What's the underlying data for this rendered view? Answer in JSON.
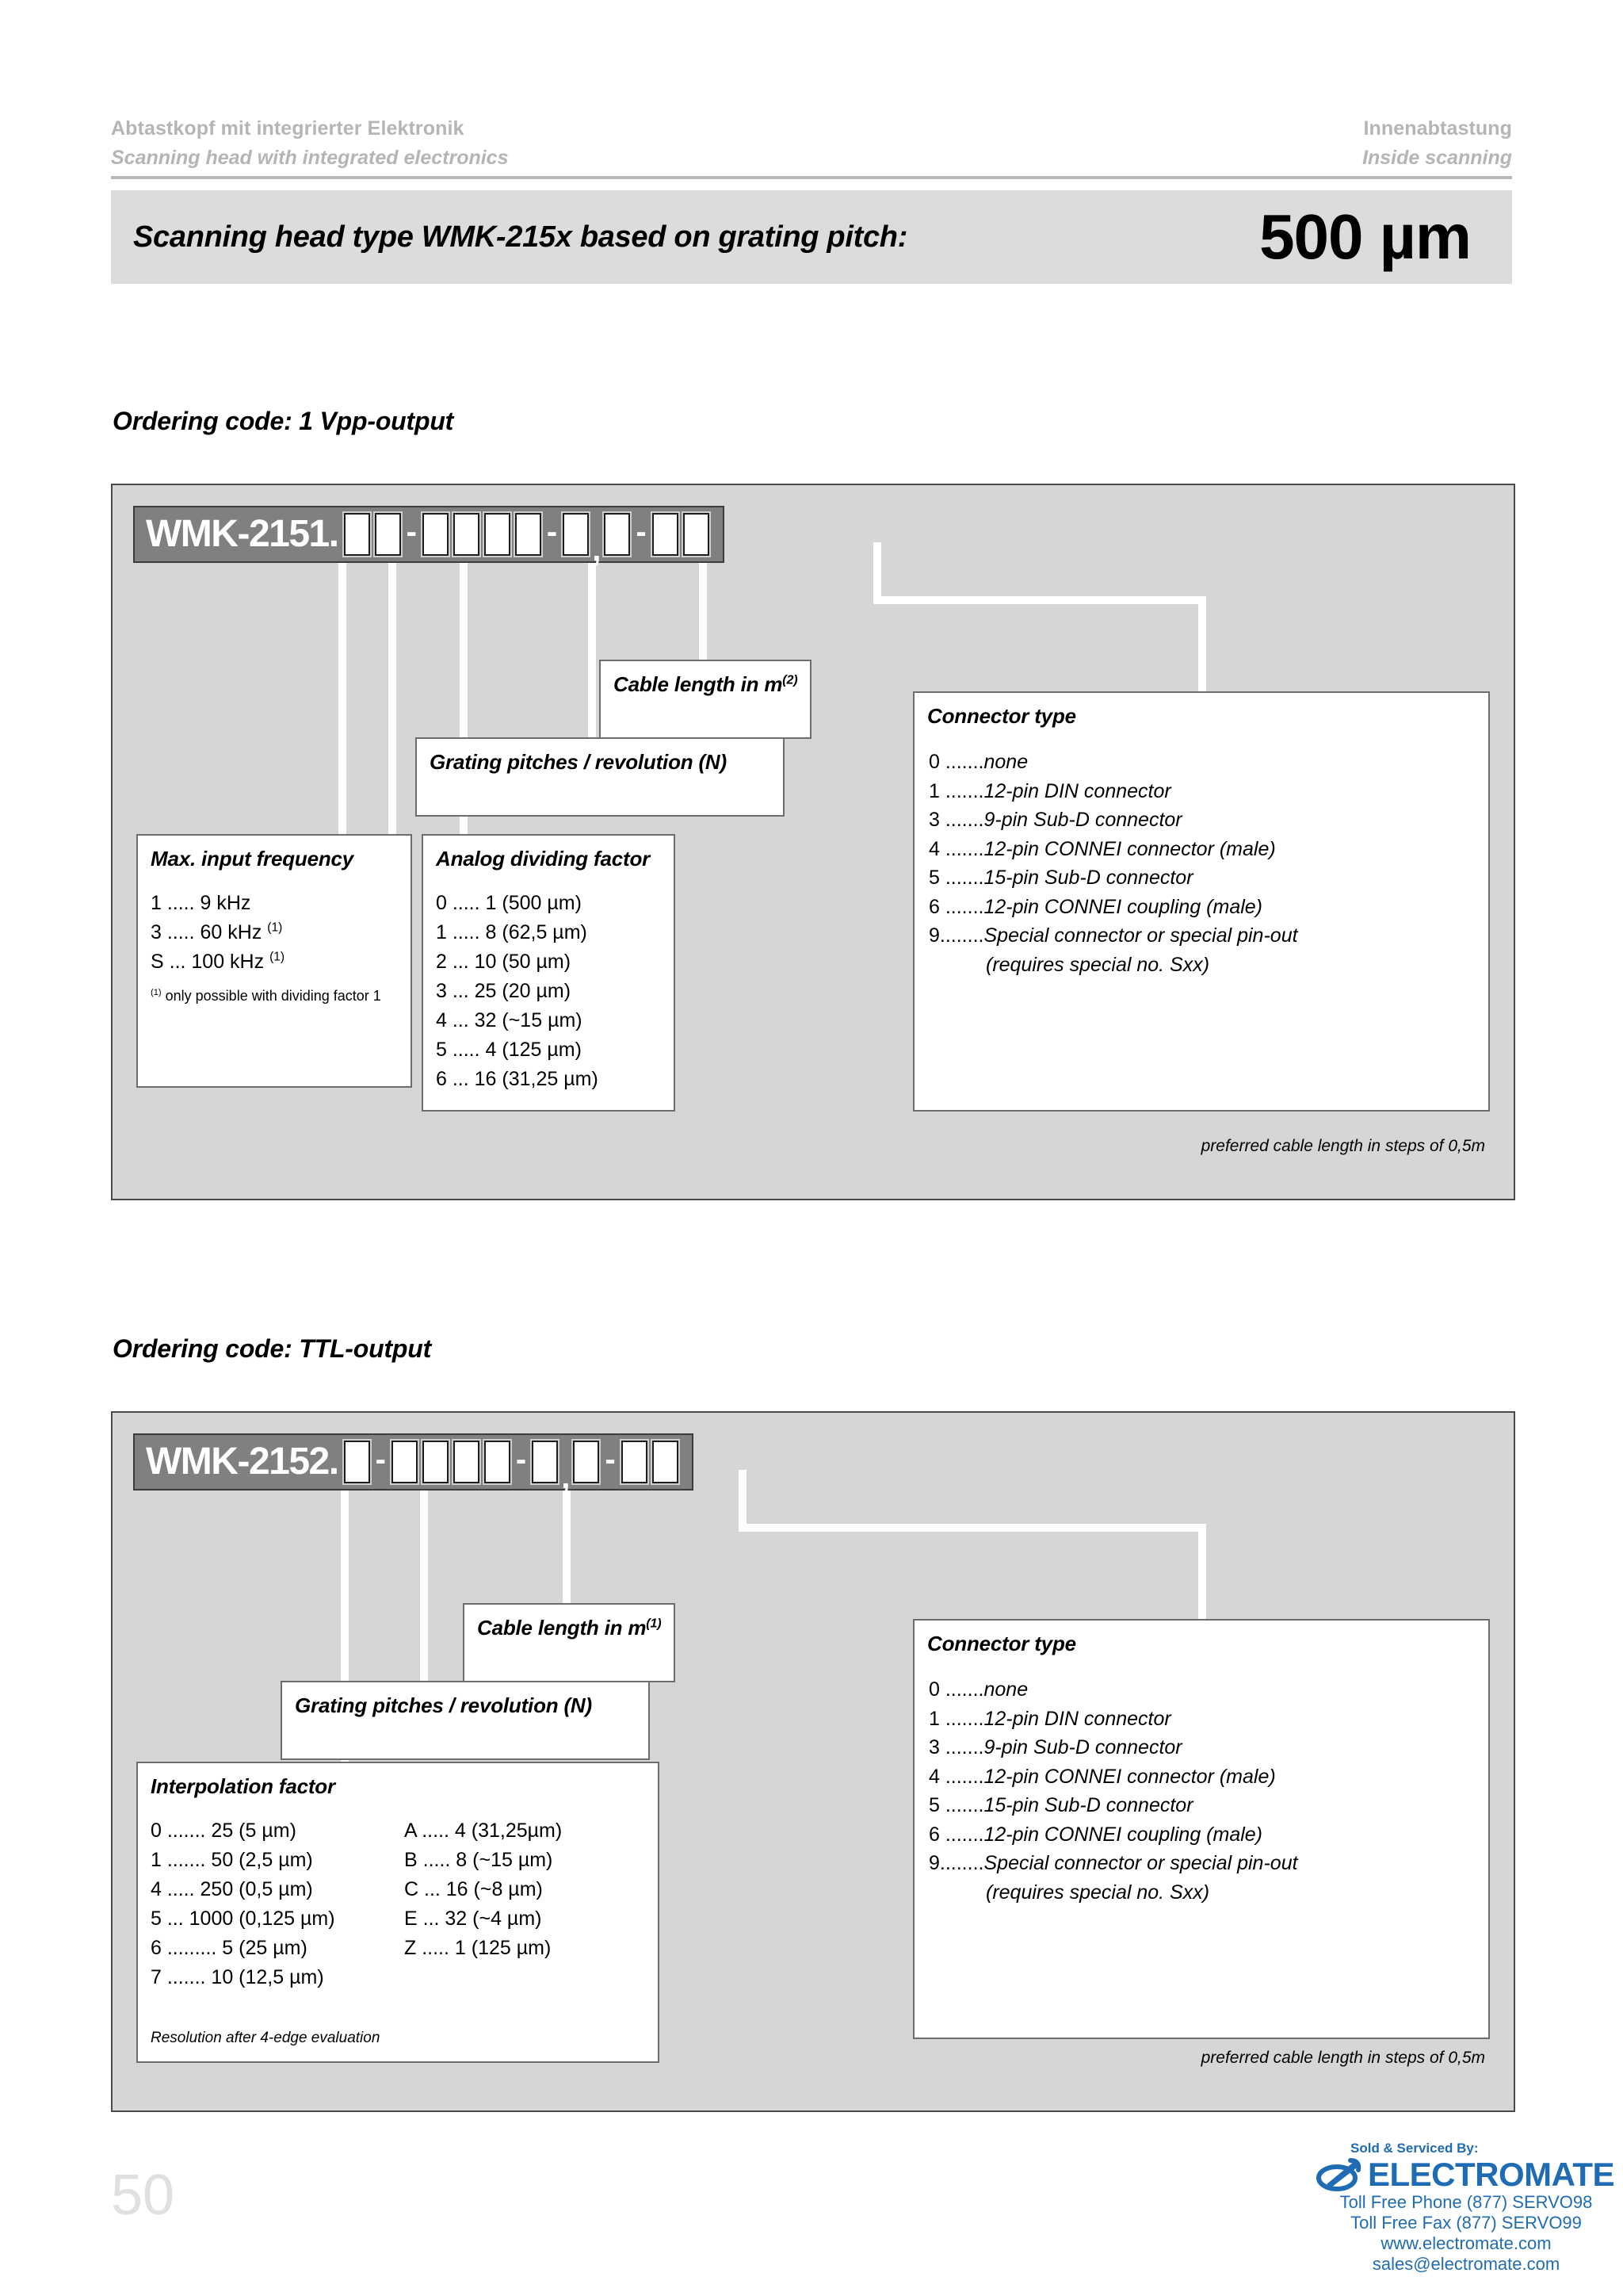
{
  "runhead": {
    "left_de": "Abtastkopf mit integrierter Elektronik",
    "left_en": "Scanning head with integrated electronics",
    "right_de": "Innenabtastung",
    "right_en": "Inside scanning"
  },
  "title_band": {
    "title": "Scanning head type WMK-215x based on grating pitch:",
    "pitch": "500 µm"
  },
  "section1": {
    "heading": "Ordering code: 1 Vpp-output",
    "series": "WMK-2151.",
    "pref_note": "preferred cable length in steps of 0,5m",
    "max_input_frequency": {
      "heading": "Max. input frequency",
      "lines": [
        "1 ..... 9   kHz",
        "3 ..... 60 kHz",
        "S ... 100 kHz"
      ],
      "sups": [
        "",
        "(1)",
        "(1)"
      ],
      "footnote_sup": "(1)",
      "footnote": " only possible with dividing factor 1"
    },
    "analog_dividing_factor": {
      "heading": "Analog dividing factor",
      "lines": [
        "0 ..... 1 (500 µm)",
        "1 ..... 8 (62,5 µm)",
        "2 ... 10 (50 µm)",
        "3 ... 25 (20 µm)",
        "4 ... 32 (~15 µm)",
        "5 ..... 4 (125 µm)",
        "6 ... 16 (31,25 µm)"
      ]
    },
    "grating_pitches": {
      "heading": "Grating pitches / revolution (N)"
    },
    "cable_length": {
      "heading": "Cable length in m",
      "sup": "(2)"
    },
    "connector_type": {
      "heading": "Connector type",
      "items": [
        {
          "num": "0 .......",
          "text": "none"
        },
        {
          "num": "1 .......",
          "text": "12-pin DIN connector"
        },
        {
          "num": "3 .......",
          "text": "9-pin Sub-D connector"
        },
        {
          "num": "4 .......",
          "text": "12-pin CONNEI connector (male)"
        },
        {
          "num": "5 .......",
          "text": "15-pin Sub-D connector"
        },
        {
          "num": "6 .......",
          "text": "12-pin CONNEI coupling (male)"
        },
        {
          "num": "9........",
          "text": "Special connector or special pin-out"
        }
      ],
      "indent_line": "(requires special no. Sxx)"
    }
  },
  "section2": {
    "heading": "Ordering code: TTL-output",
    "series": "WMK-2152.",
    "pref_note": "preferred cable length in steps of 0,5m",
    "interpolation_factor": {
      "heading": "Interpolation factor",
      "col1": [
        "0 ....... 25 (5 µm)",
        "1 ....... 50 (2,5 µm)",
        "4 ..... 250 (0,5 µm)",
        "5 ... 1000 (0,125 µm)",
        "6 ......... 5 (25 µm)",
        "7 ....... 10 (12,5 µm)"
      ],
      "col2": [
        "A ..... 4 (31,25µm)",
        "B ..... 8 (~15 µm)",
        "C ... 16 (~8 µm)",
        "E ... 32 (~4 µm)",
        "Z ..... 1 (125  µm)"
      ],
      "footnote": "Resolution after 4-edge evaluation"
    },
    "grating_pitches": {
      "heading": "Grating pitches / revolution (N)"
    },
    "cable_length": {
      "heading": "Cable length in m",
      "sup": "(1)"
    },
    "connector_type": {
      "heading": "Connector type",
      "items": [
        {
          "num": "0 .......",
          "text": "none"
        },
        {
          "num": "1 .......",
          "text": "12-pin DIN connector"
        },
        {
          "num": "3 .......",
          "text": "9-pin Sub-D connector"
        },
        {
          "num": "4 .......",
          "text": "12-pin CONNEI connector (male)"
        },
        {
          "num": "5 .......",
          "text": "15-pin Sub-D connector"
        },
        {
          "num": "6 .......",
          "text": "12-pin CONNEI coupling (male)"
        },
        {
          "num": "9........",
          "text": "Special connector or special pin-out"
        }
      ],
      "indent_line": "(requires special no. Sxx)"
    }
  },
  "page_number": "50",
  "footer": {
    "sold_by": "Sold & Serviced By:",
    "brand": "ELECTROMATE",
    "phone": "Toll Free Phone  (877) SERVO98",
    "fax": "Toll Free Fax  (877) SERVO99",
    "web": "www.electromate.com",
    "email": "sales@electromate.com",
    "brand_color": "#1f6cb4"
  }
}
